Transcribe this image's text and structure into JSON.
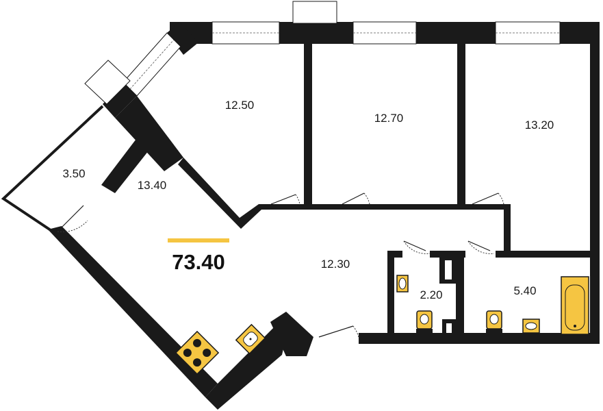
{
  "floor_plan": {
    "total_area": "73.40",
    "accent_color": "#f5c542",
    "wall_color": "#1a1a1a",
    "rooms": [
      {
        "id": "bedroom-1",
        "area": "12.50"
      },
      {
        "id": "bedroom-2",
        "area": "12.70"
      },
      {
        "id": "bedroom-3",
        "area": "13.20"
      },
      {
        "id": "balcony",
        "area": "3.50"
      },
      {
        "id": "kitchen",
        "area": "13.40"
      },
      {
        "id": "hallway",
        "area": "12.30"
      },
      {
        "id": "toilet",
        "area": "2.20"
      },
      {
        "id": "bathroom",
        "area": "5.40"
      }
    ],
    "fixtures": [
      "stove-icon",
      "kitchen-sink-icon",
      "washbasin-icon",
      "toilet-icon",
      "bathtub-icon"
    ]
  }
}
